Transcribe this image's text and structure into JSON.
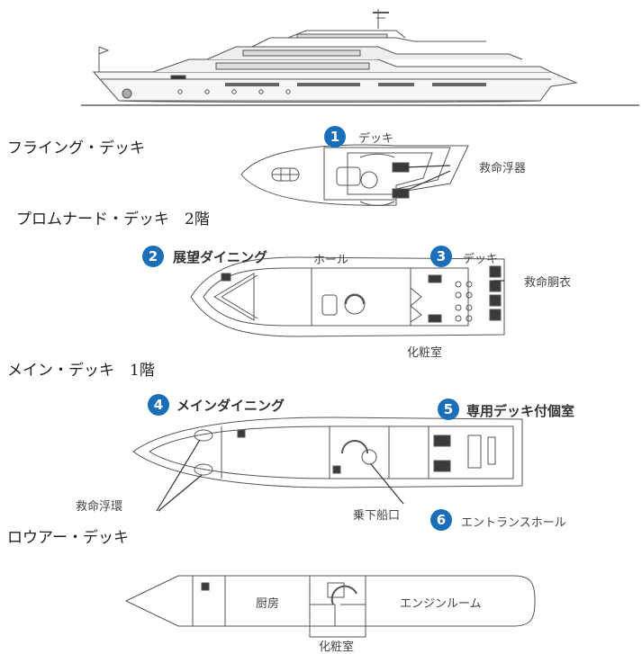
{
  "decks": {
    "flying": {
      "title": "フライング・デッキ",
      "labels": {
        "deck_num": "1",
        "deck": "デッキ",
        "lifeboat": "救命浮器"
      }
    },
    "promenade": {
      "title": "プロムナード・デッキ　2階",
      "labels": {
        "dining_num": "2",
        "dining": "展望ダイニング",
        "hall": "ホール",
        "deck_num": "3",
        "deck": "デッキ",
        "lifejacket": "救命胴衣",
        "restroom": "化粧室"
      }
    },
    "main": {
      "title": "メイン・デッキ　1階",
      "labels": {
        "dining_num": "4",
        "dining": "メインダイニング",
        "suite_num": "5",
        "suite": "専用デッキ付個室",
        "lifebuoy": "救命浮環",
        "gangway": "乗下船口",
        "entrance_num": "6",
        "entrance": "エントランスホール"
      }
    },
    "lower": {
      "title": "ロウアー・デッキ",
      "labels": {
        "galley": "厨房",
        "engine": "エンジンルーム",
        "restroom": "化粧室"
      }
    }
  },
  "colors": {
    "badge": "#1a6fb8",
    "line": "#555555",
    "dark": "#3a3a3a"
  }
}
